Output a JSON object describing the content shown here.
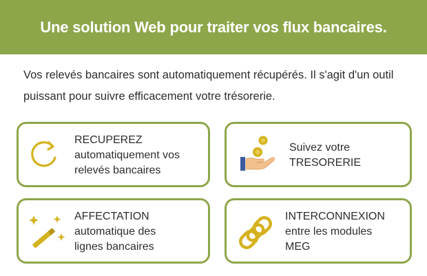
{
  "header": {
    "title": "Une solution Web pour traiter vos flux bancaires."
  },
  "intro": {
    "text": "Vos relevés bancaires sont automatiquement récupérés. Il s'agit d'un outil puissant pour suivre efficacement votre trésorerie."
  },
  "colors": {
    "accent": "#8ea64a",
    "icon_gold": "#d4b21e",
    "icon_blue": "#3d5a9e",
    "text": "#2d2d2d"
  },
  "cards": [
    {
      "icon": "refresh-icon",
      "title": "RECUPEREZ",
      "line1": "automatiquement vos",
      "line2": "relevés bancaires"
    },
    {
      "icon": "hand-coins-icon",
      "line1": "Suivez votre",
      "title": "TRESORERIE"
    },
    {
      "icon": "magic-wand-icon",
      "title": "AFFECTATION",
      "line1": "automatique des",
      "line2": "lignes bancaires"
    },
    {
      "icon": "chain-link-icon",
      "title": "INTERCONNEXION",
      "line1": "entre les modules",
      "line2": "MEG"
    }
  ]
}
